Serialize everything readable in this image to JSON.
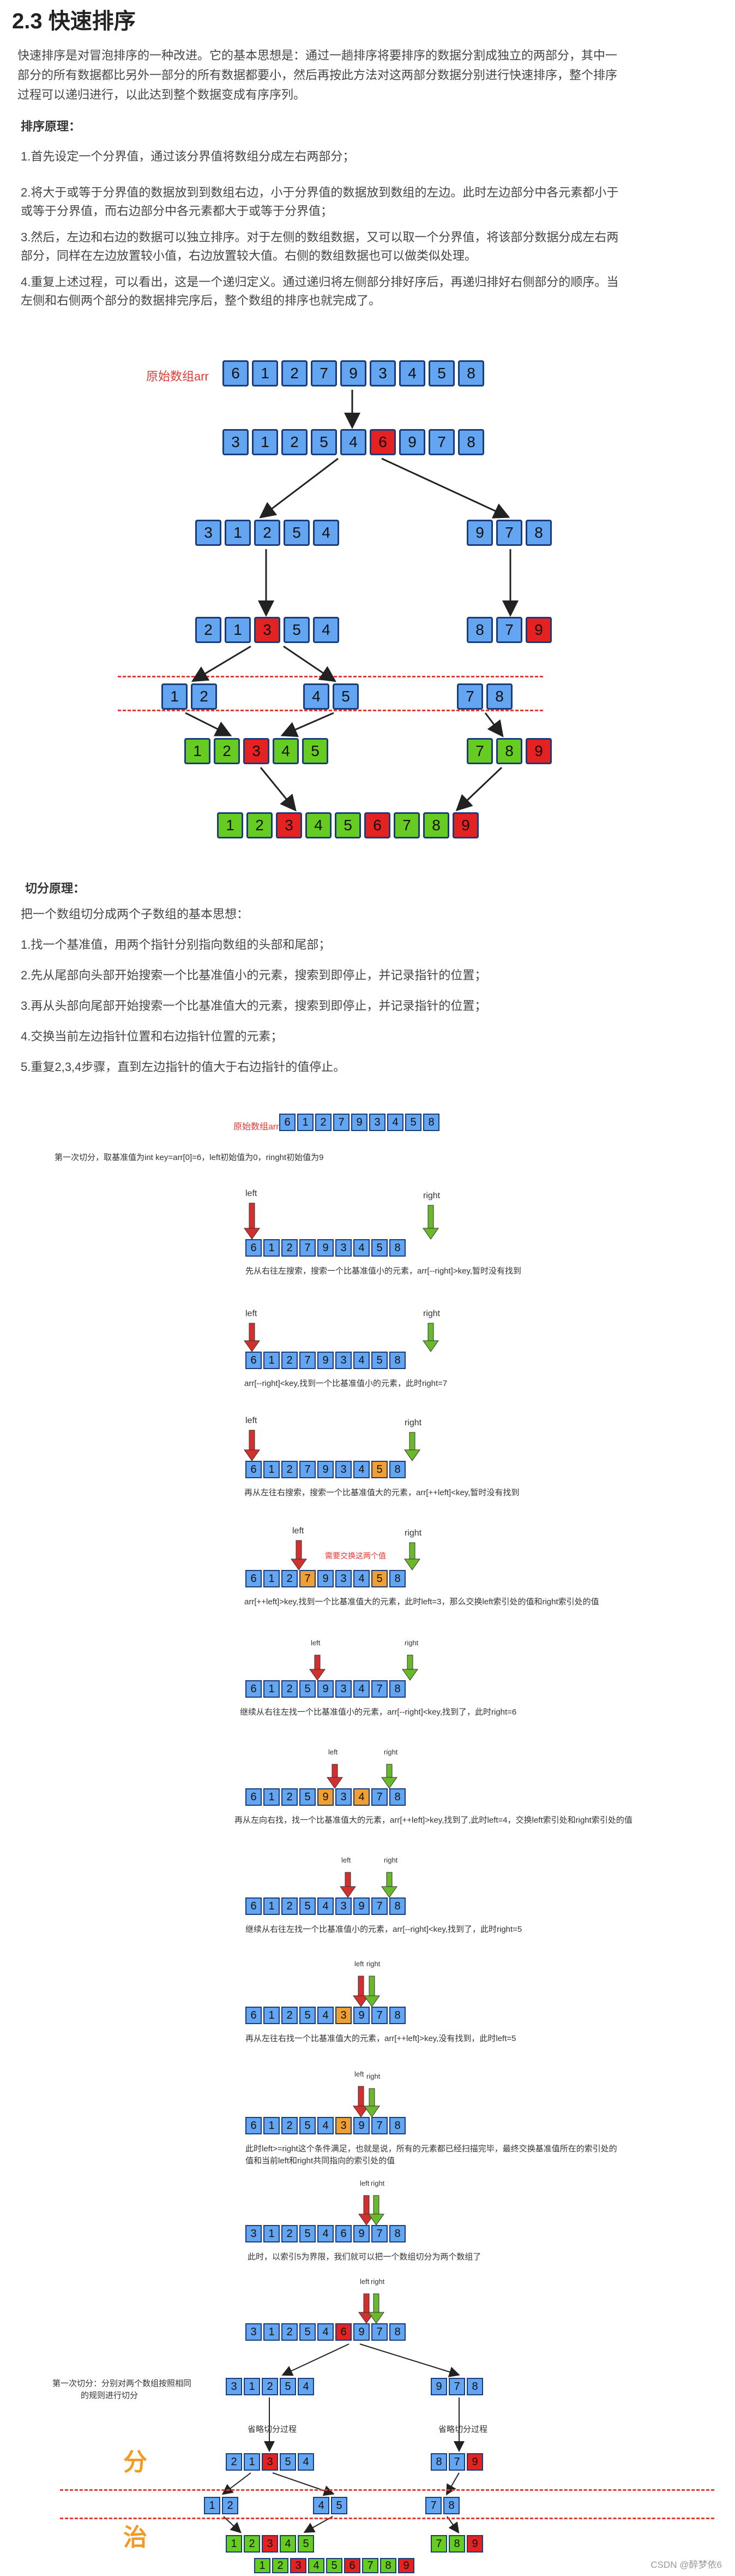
{
  "title": "2.3 快速排序",
  "intro": [
    "快速排序是对冒泡排序的一种改进。它的基本思想是：通过一趟排序将要排序的数据分割成独立的两部分，其中一",
    "部分的所有数据都比另外一部分的所有数据都要小，然后再按此方法对这两部分数据分别进行快速排序，整个排序",
    "过程可以递归进行，以此达到整个数据变成有序序列。"
  ],
  "principle_heading": "排序原理：",
  "principle_items": [
    [
      "1.首先设定一个分界值，通过该分界值将数组分成左右两部分；"
    ],
    [
      "2.将大于或等于分界值的数据放到到数组右边，小于分界值的数据放到数组的左边。此时左边部分中各元素都小于",
      "或等于分界值，而右边部分中各元素都大于或等于分界值；"
    ],
    [
      "3.然后，左边和右边的数据可以独立排序。对于左侧的数组数据，又可以取一个分界值，将该部分数据分成左右两",
      "部分，同样在左边放置较小值，右边放置较大值。右侧的数组数据也可以做类似处理。"
    ],
    [
      "4.重复上述过程，可以看出，这是一个递归定义。通过递归将左侧部分排好序后，再递归排好右侧部分的顺序。当",
      "左侧和右侧两个部分的数据排完序后，整个数组的排序也就完成了。"
    ]
  ],
  "diagram1": {
    "label": "原始数组arr",
    "rows": [
      [
        {
          "v": "6",
          "c": "blue"
        },
        {
          "v": "1",
          "c": "blue"
        },
        {
          "v": "2",
          "c": "blue"
        },
        {
          "v": "7",
          "c": "blue"
        },
        {
          "v": "9",
          "c": "blue"
        },
        {
          "v": "3",
          "c": "blue"
        },
        {
          "v": "4",
          "c": "blue"
        },
        {
          "v": "5",
          "c": "blue"
        },
        {
          "v": "8",
          "c": "blue"
        }
      ],
      [
        {
          "v": "3",
          "c": "blue"
        },
        {
          "v": "1",
          "c": "blue"
        },
        {
          "v": "2",
          "c": "blue"
        },
        {
          "v": "5",
          "c": "blue"
        },
        {
          "v": "4",
          "c": "blue"
        },
        {
          "v": "6",
          "c": "red"
        },
        {
          "v": "9",
          "c": "blue"
        },
        {
          "v": "7",
          "c": "blue"
        },
        {
          "v": "8",
          "c": "blue"
        }
      ],
      [
        {
          "v": "3",
          "c": "blue"
        },
        {
          "v": "1",
          "c": "blue"
        },
        {
          "v": "2",
          "c": "blue"
        },
        {
          "v": "5",
          "c": "blue"
        },
        {
          "v": "4",
          "c": "blue"
        }
      ],
      [
        {
          "v": "9",
          "c": "blue"
        },
        {
          "v": "7",
          "c": "blue"
        },
        {
          "v": "8",
          "c": "blue"
        }
      ],
      [
        {
          "v": "2",
          "c": "blue"
        },
        {
          "v": "1",
          "c": "blue"
        },
        {
          "v": "3",
          "c": "red"
        },
        {
          "v": "5",
          "c": "blue"
        },
        {
          "v": "4",
          "c": "blue"
        }
      ],
      [
        {
          "v": "8",
          "c": "blue"
        },
        {
          "v": "7",
          "c": "blue"
        },
        {
          "v": "9",
          "c": "red"
        }
      ],
      [
        {
          "v": "1",
          "c": "blue"
        },
        {
          "v": "2",
          "c": "blue"
        }
      ],
      [
        {
          "v": "4",
          "c": "blue"
        },
        {
          "v": "5",
          "c": "blue"
        }
      ],
      [
        {
          "v": "7",
          "c": "blue"
        },
        {
          "v": "8",
          "c": "blue"
        }
      ],
      [
        {
          "v": "1",
          "c": "green"
        },
        {
          "v": "2",
          "c": "green"
        },
        {
          "v": "3",
          "c": "red"
        },
        {
          "v": "4",
          "c": "green"
        },
        {
          "v": "5",
          "c": "green"
        }
      ],
      [
        {
          "v": "7",
          "c": "green"
        },
        {
          "v": "8",
          "c": "green"
        },
        {
          "v": "9",
          "c": "red"
        }
      ],
      [
        {
          "v": "1",
          "c": "green"
        },
        {
          "v": "2",
          "c": "green"
        },
        {
          "v": "3",
          "c": "red"
        },
        {
          "v": "4",
          "c": "green"
        },
        {
          "v": "5",
          "c": "green"
        },
        {
          "v": "6",
          "c": "red"
        },
        {
          "v": "7",
          "c": "green"
        },
        {
          "v": "8",
          "c": "green"
        },
        {
          "v": "9",
          "c": "red"
        }
      ]
    ]
  },
  "partition_heading": "切分原理：",
  "partition_intro": "把一个数组切分成两个子数组的基本思想：",
  "partition_items": [
    "1.找一个基准值，用两个指针分别指向数组的头部和尾部；",
    "2.先从尾部向头部开始搜索一个比基准值小的元素，搜索到即停止，并记录指针的位置；",
    "3.再从头部向尾部开始搜索一个比基准值大的元素，搜索到即停止，并记录指针的位置；",
    "4.交换当前左边指针位置和右边指针位置的元素；",
    "5.重复2,3,4步骤，直到左边指针的值大于右边指针的值停止。"
  ],
  "diagram2": {
    "label": "原始数组arr",
    "first_cut_text": "第一次切分，取基准值为int key=arr[0]=6，left初始值为0，ringht初始值为9",
    "left_label": "left",
    "right_label": "right",
    "swap_note": "需要交换这两个值",
    "fen": "分",
    "zhi": "治",
    "bottom_left_note_1": "第一次切分：分别对两个数组按照相同",
    "bottom_left_note_2": "的规则进行切分",
    "recursive_left": "省略切分过程",
    "recursive_right": "省略切分过程",
    "steps": [
      "先从右往左搜索，搜索一个比基准值小的元素，arr[--right]>key,暂时没有找到",
      "arr[--right]<key,找到一个比基准值小的元素，此时right=7",
      "再从左往右搜索，搜索一个比基准值大的元素，arr[++left]<key,暂时没有找到",
      "arr[++left]>key,找到一个比基准值大的元素，此时left=3，那么交换left索引处的值和right索引处的值",
      "继续从右往左找一个比基准值小的元素，arr[--right]<key,找到了，此时right=6",
      "再从左向右找，找一个比基准值大的元素，arr[++left]>key,找到了,此时left=4，交换left索引处和right索引处的值",
      "继续从右往左找一个比基准值小的元素，arr[--right]<key,找到了，此时right=5",
      "再从左往右找一个比基准值大的元素，arr[++left]>key,没有找到，此时left=5",
      "此时left>=right这个条件满足，也就是说，所有的元素都已经扫描完毕，最终交换基准值所在的索引处的",
      "值和当前left和right共同指向的索引处的值",
      "此时，以索引5为界限，我们就可以把一个数组切分为两个数组了"
    ],
    "arrays": [
      [
        [
          "6",
          "blue"
        ],
        [
          "1",
          "blue"
        ],
        [
          "2",
          "blue"
        ],
        [
          "7",
          "blue"
        ],
        [
          "9",
          "blue"
        ],
        [
          "3",
          "blue"
        ],
        [
          "4",
          "blue"
        ],
        [
          "5",
          "blue"
        ],
        [
          "8",
          "blue"
        ]
      ],
      [
        [
          "6",
          "blue"
        ],
        [
          "1",
          "blue"
        ],
        [
          "2",
          "blue"
        ],
        [
          "7",
          "blue"
        ],
        [
          "9",
          "blue"
        ],
        [
          "3",
          "blue"
        ],
        [
          "4",
          "blue"
        ],
        [
          "5",
          "blue"
        ],
        [
          "8",
          "blue"
        ]
      ],
      [
        [
          "6",
          "blue"
        ],
        [
          "1",
          "blue"
        ],
        [
          "2",
          "blue"
        ],
        [
          "7",
          "blue"
        ],
        [
          "9",
          "blue"
        ],
        [
          "3",
          "blue"
        ],
        [
          "4",
          "blue"
        ],
        [
          "5",
          "blue"
        ],
        [
          "8",
          "blue"
        ]
      ],
      [
        [
          "6",
          "blue"
        ],
        [
          "1",
          "blue"
        ],
        [
          "2",
          "blue"
        ],
        [
          "7",
          "blue"
        ],
        [
          "9",
          "blue"
        ],
        [
          "3",
          "blue"
        ],
        [
          "4",
          "blue"
        ],
        [
          "5",
          "orange"
        ],
        [
          "8",
          "blue"
        ]
      ],
      [
        [
          "6",
          "blue"
        ],
        [
          "1",
          "blue"
        ],
        [
          "2",
          "blue"
        ],
        [
          "7",
          "orange"
        ],
        [
          "9",
          "blue"
        ],
        [
          "3",
          "blue"
        ],
        [
          "4",
          "blue"
        ],
        [
          "5",
          "orange"
        ],
        [
          "8",
          "blue"
        ]
      ],
      [
        [
          "6",
          "blue"
        ],
        [
          "1",
          "blue"
        ],
        [
          "2",
          "blue"
        ],
        [
          "5",
          "blue"
        ],
        [
          "9",
          "blue"
        ],
        [
          "3",
          "blue"
        ],
        [
          "4",
          "blue"
        ],
        [
          "7",
          "blue"
        ],
        [
          "8",
          "blue"
        ]
      ],
      [
        [
          "6",
          "blue"
        ],
        [
          "1",
          "blue"
        ],
        [
          "2",
          "blue"
        ],
        [
          "5",
          "blue"
        ],
        [
          "9",
          "orange"
        ],
        [
          "3",
          "blue"
        ],
        [
          "4",
          "orange"
        ],
        [
          "7",
          "blue"
        ],
        [
          "8",
          "blue"
        ]
      ],
      [
        [
          "6",
          "blue"
        ],
        [
          "1",
          "blue"
        ],
        [
          "2",
          "blue"
        ],
        [
          "5",
          "blue"
        ],
        [
          "4",
          "blue"
        ],
        [
          "3",
          "blue"
        ],
        [
          "9",
          "blue"
        ],
        [
          "7",
          "blue"
        ],
        [
          "8",
          "blue"
        ]
      ],
      [
        [
          "6",
          "blue"
        ],
        [
          "1",
          "blue"
        ],
        [
          "2",
          "blue"
        ],
        [
          "5",
          "blue"
        ],
        [
          "4",
          "blue"
        ],
        [
          "3",
          "orange"
        ],
        [
          "9",
          "blue"
        ],
        [
          "7",
          "blue"
        ],
        [
          "8",
          "blue"
        ]
      ],
      [
        [
          "6",
          "blue"
        ],
        [
          "1",
          "blue"
        ],
        [
          "2",
          "blue"
        ],
        [
          "5",
          "blue"
        ],
        [
          "4",
          "blue"
        ],
        [
          "3",
          "orange"
        ],
        [
          "9",
          "blue"
        ],
        [
          "7",
          "blue"
        ],
        [
          "8",
          "blue"
        ]
      ],
      [
        [
          "3",
          "blue"
        ],
        [
          "1",
          "blue"
        ],
        [
          "2",
          "blue"
        ],
        [
          "5",
          "blue"
        ],
        [
          "4",
          "blue"
        ],
        [
          "6",
          "blue"
        ],
        [
          "9",
          "blue"
        ],
        [
          "7",
          "blue"
        ],
        [
          "8",
          "blue"
        ]
      ],
      [
        [
          "3",
          "blue"
        ],
        [
          "1",
          "blue"
        ],
        [
          "2",
          "blue"
        ],
        [
          "5",
          "blue"
        ],
        [
          "4",
          "blue"
        ],
        [
          "6",
          "red"
        ],
        [
          "9",
          "blue"
        ],
        [
          "7",
          "blue"
        ],
        [
          "8",
          "blue"
        ]
      ]
    ]
  },
  "watermark": "CSDN @醉梦依6"
}
